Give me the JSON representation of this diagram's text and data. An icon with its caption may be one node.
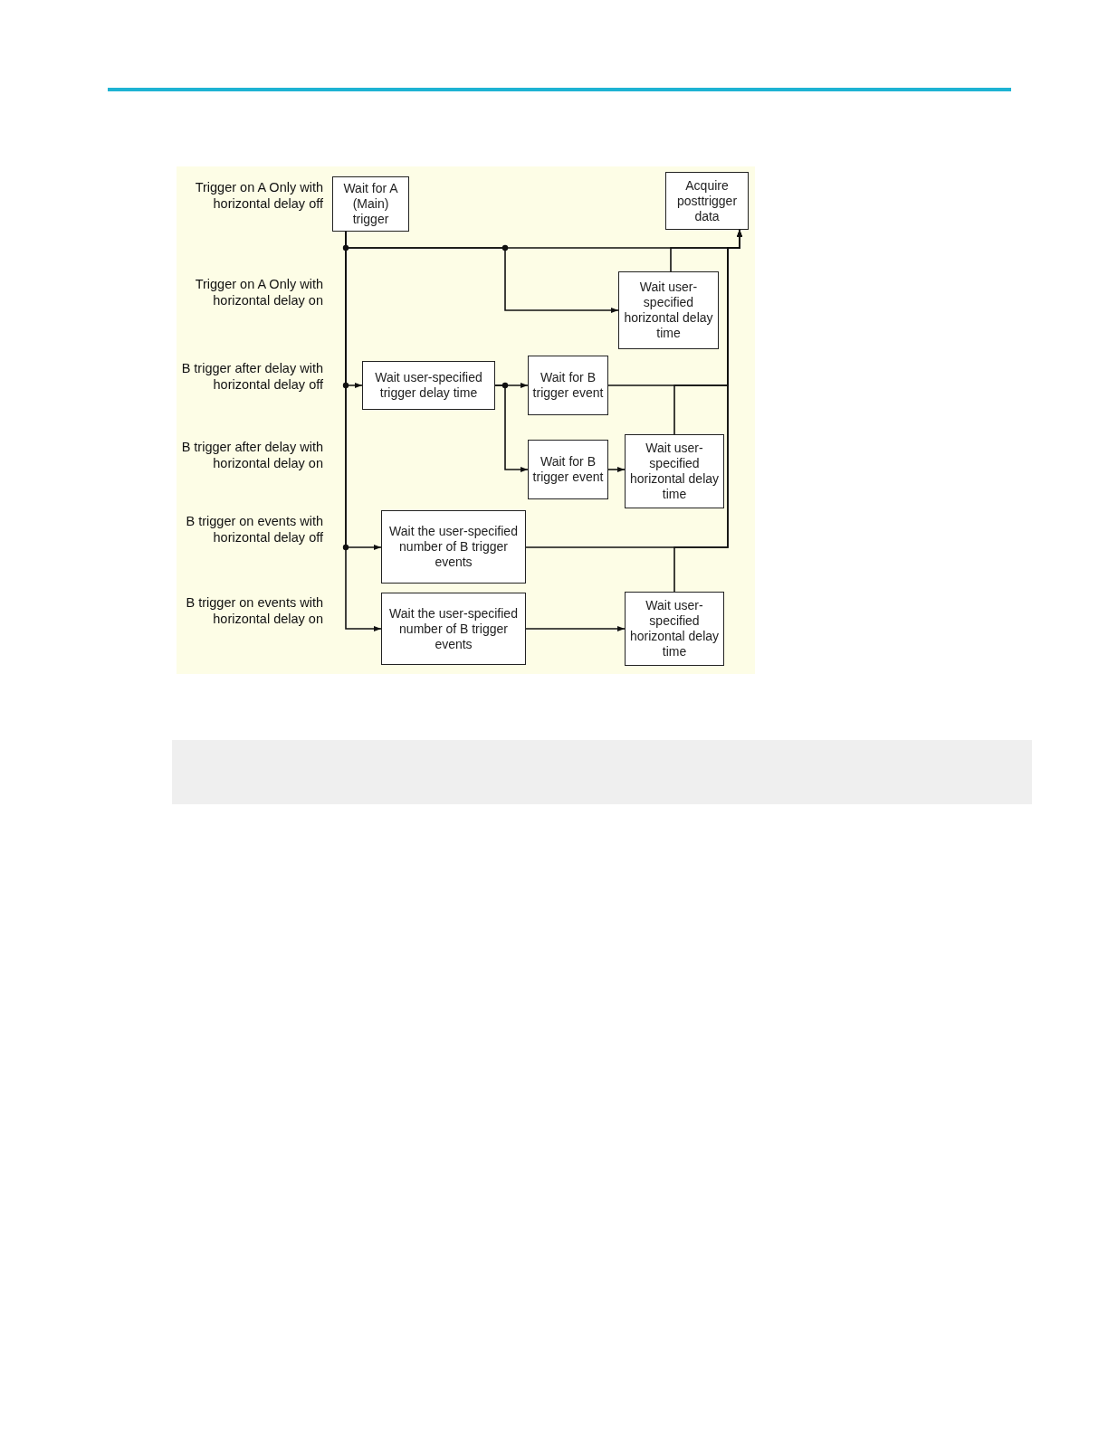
{
  "diagram": {
    "nodes": [
      {
        "text": [
          "Wait for A (Main) trigger"
        ]
      },
      {
        "text": [
          "Acquire posttrigger data"
        ]
      },
      {
        "text": [
          "Wait user-specified horizontal delay time"
        ]
      },
      {
        "text": [
          "Wait user-specified trigger delay time"
        ]
      },
      {
        "text": [
          "Wait for B trigger event"
        ]
      },
      {
        "text": [
          "Wait for B trigger event"
        ]
      },
      {
        "text": [
          "Wait user-specified horizontal delay time"
        ]
      },
      {
        "text": [
          "Wait the user-specified number of B trigger events"
        ]
      },
      {
        "text": [
          "Wait the user-specified number of B trigger events"
        ]
      },
      {
        "text": [
          "Wait user-specified horizontal delay time"
        ]
      }
    ],
    "edges": [
      {
        "from": 0,
        "to": 1,
        "arrow": "to"
      },
      {
        "from": 0,
        "to": 2,
        "arrow": "to"
      },
      {
        "from": 2,
        "to": 1,
        "arrow": "to"
      },
      {
        "from": 0,
        "to": 3,
        "arrow": "to"
      },
      {
        "from": 3,
        "to": 4,
        "arrow": "to"
      },
      {
        "from": 3,
        "to": 5,
        "arrow": "to"
      },
      {
        "from": 4,
        "to": 1,
        "arrow": "to"
      },
      {
        "from": 5,
        "to": 6,
        "arrow": "to"
      },
      {
        "from": 6,
        "to": 1,
        "arrow": "to"
      },
      {
        "from": 0,
        "to": 7,
        "arrow": "to"
      },
      {
        "from": 7,
        "to": 1,
        "arrow": "to"
      },
      {
        "from": 0,
        "to": 8,
        "arrow": "to"
      },
      {
        "from": 8,
        "to": 9,
        "arrow": "to"
      },
      {
        "from": 9,
        "to": 1,
        "arrow": "to"
      }
    ],
    "labels": [
      "Trigger on A Only with horizontal delay off",
      "Trigger on A Only with horizontal delay on",
      "B trigger after delay with horizontal delay off",
      "B trigger after delay with horizontal delay on",
      "B trigger on events with horizontal delay off",
      "B trigger on events with horizontal delay on"
    ]
  }
}
